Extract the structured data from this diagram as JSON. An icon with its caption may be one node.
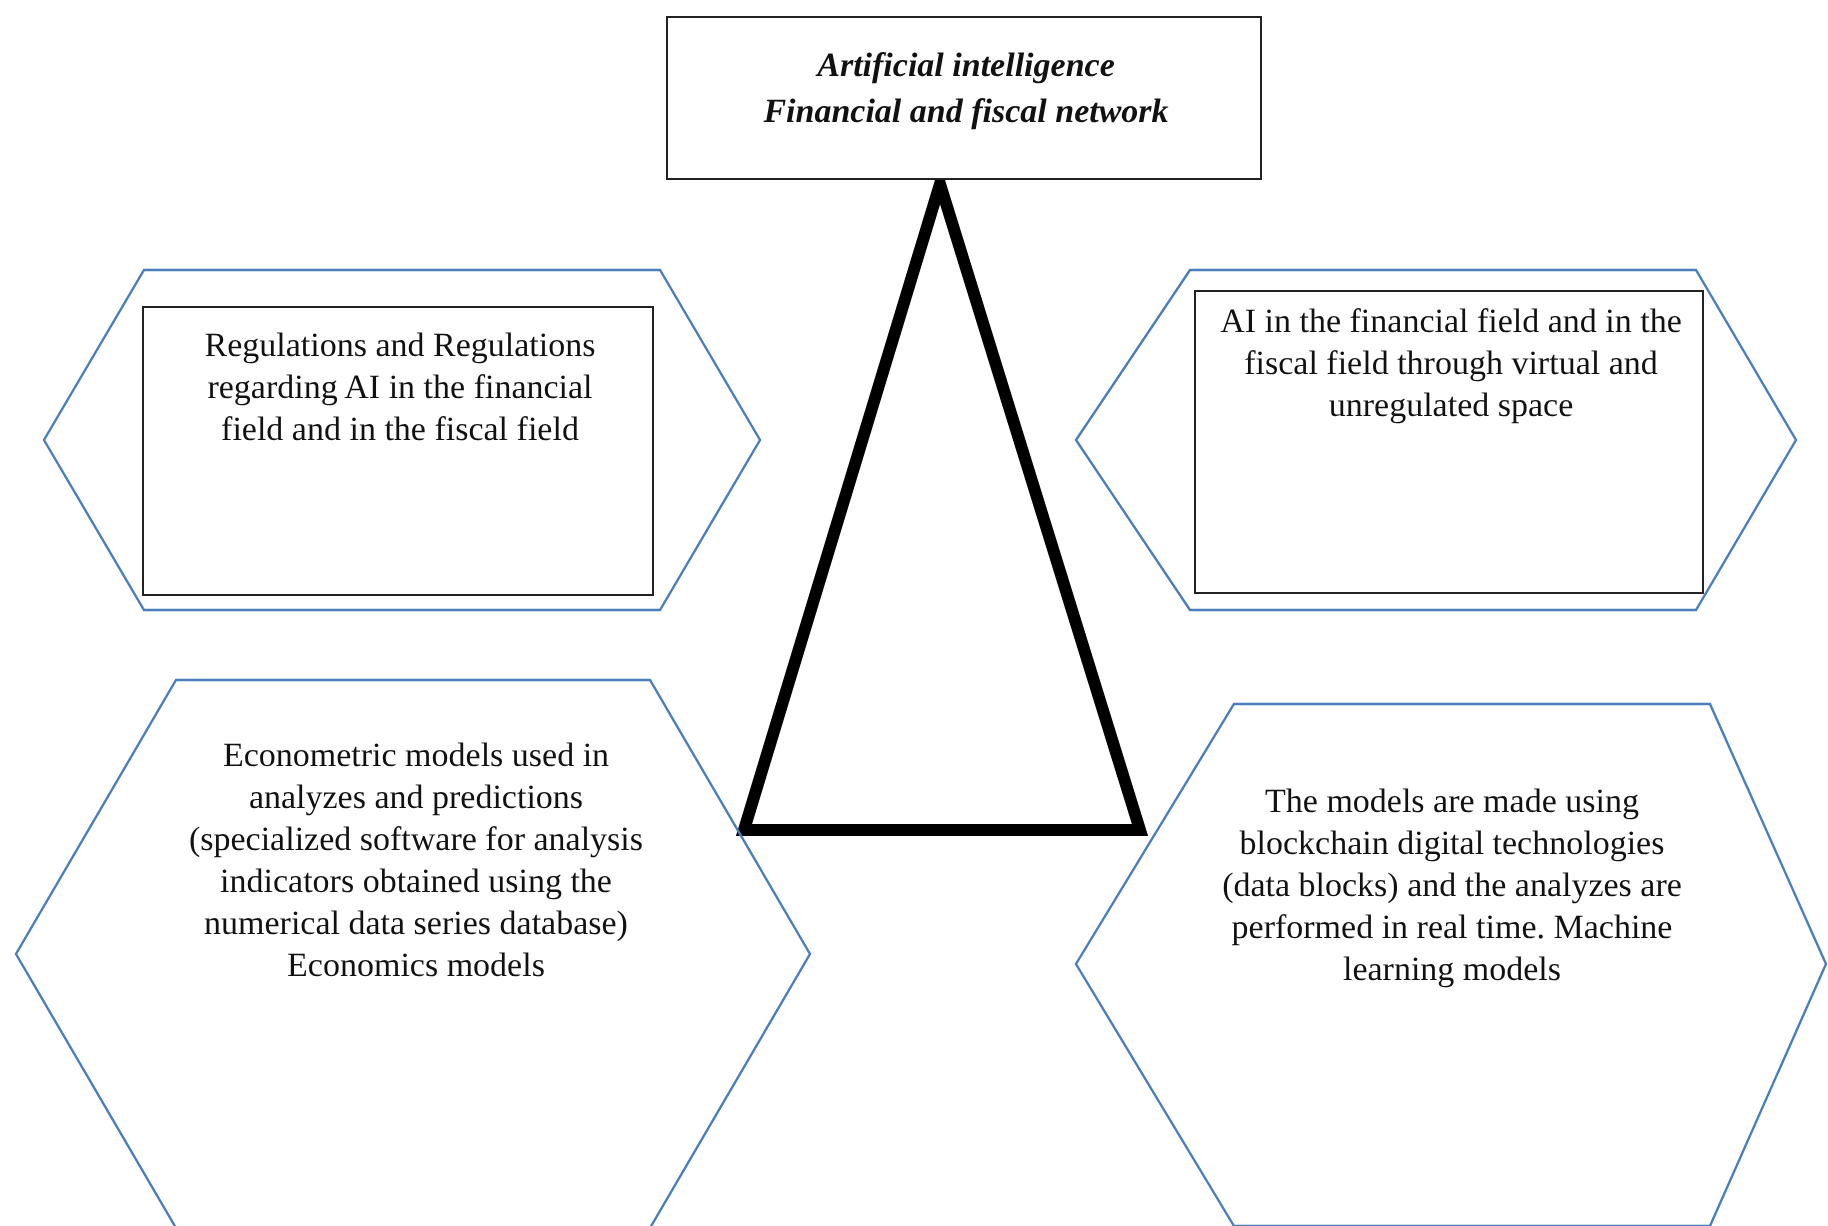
{
  "diagram": {
    "nodes": [
      {
        "text": [
          "Artificial intelligence Financial and fiscal network"
        ]
      },
      {
        "text": [],
        "shape": "hexagon"
      },
      {
        "text": [
          "Regulations and Regulations regarding AI in the financial field and in the fiscal field"
        ],
        "in": 1
      },
      {
        "text": [],
        "shape": "hexagon"
      },
      {
        "text": [
          "AI in the financial field and in the fiscal field through virtual and unregulated space"
        ],
        "in": 3
      },
      {
        "text": [
          "Econometric models used in analyzes and predictions (specialized software for analysis indicators obtained using the numerical data series database) Economics models"
        ]
      },
      {
        "text": [
          "The models are made using blockchain digital technologies (data blocks) and the analyzes are performed in real time. Machine learning models"
        ]
      }
    ]
  }
}
